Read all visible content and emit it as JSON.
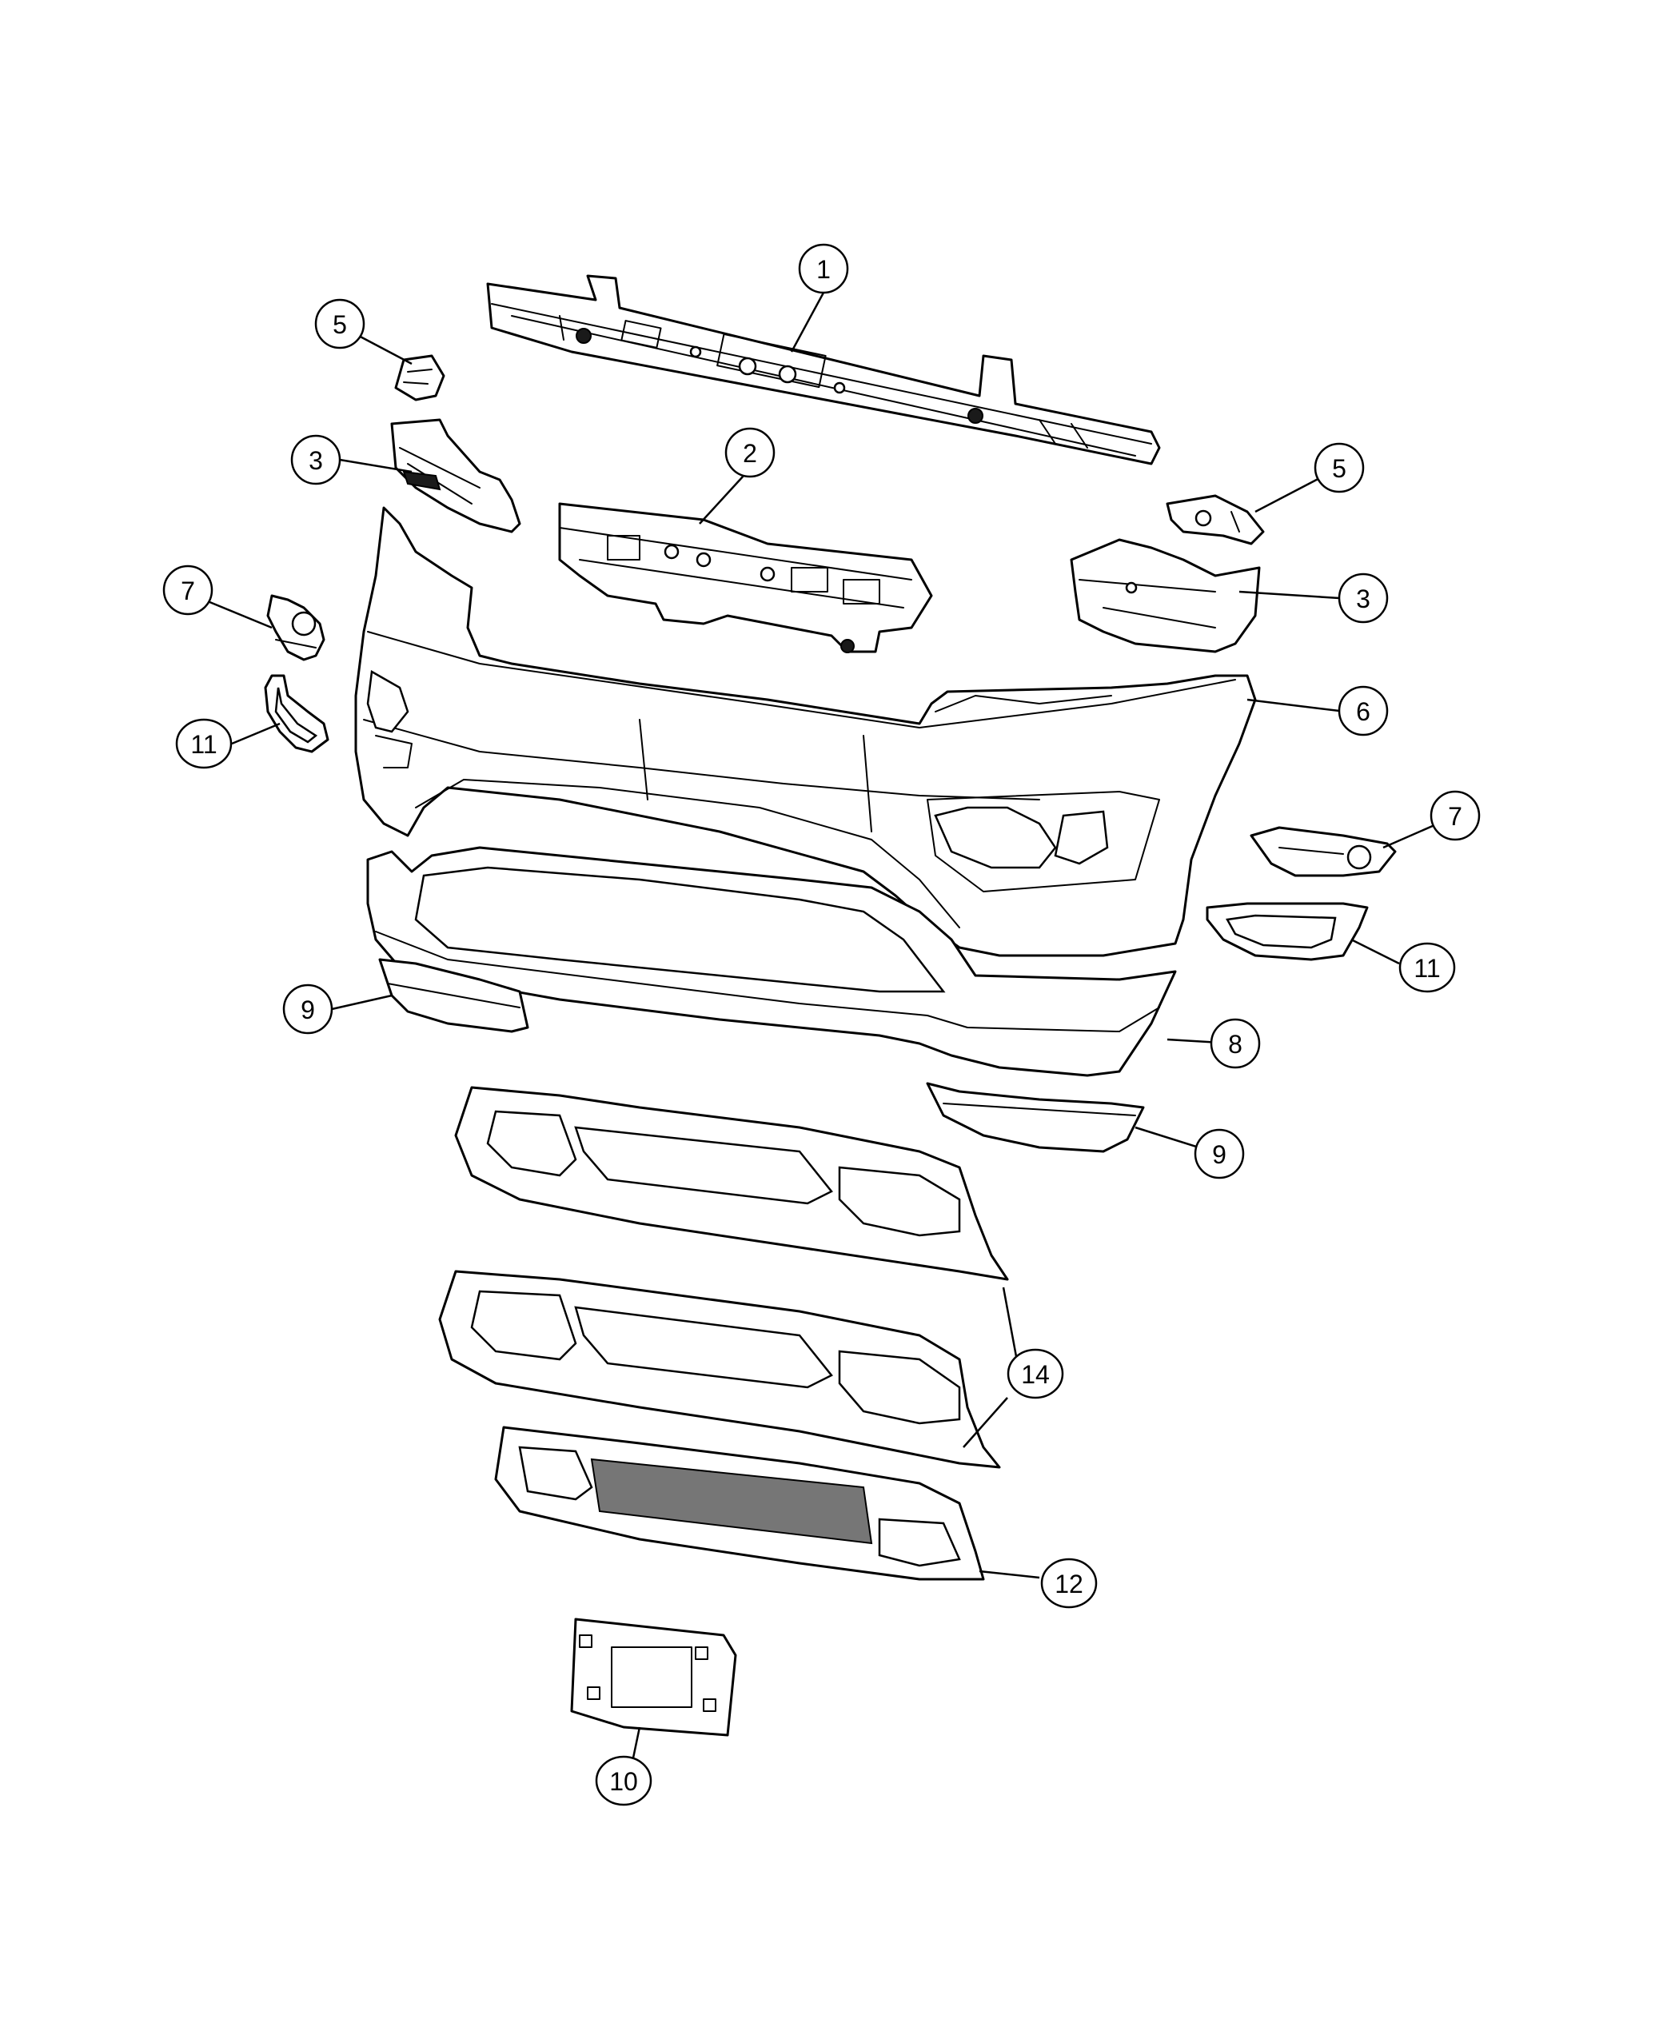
{
  "callouts": [
    {
      "id": "c1",
      "number": "1"
    },
    {
      "id": "c2",
      "number": "2"
    },
    {
      "id": "c3a",
      "number": "3"
    },
    {
      "id": "c3b",
      "number": "3"
    },
    {
      "id": "c5a",
      "number": "5"
    },
    {
      "id": "c5b",
      "number": "5"
    },
    {
      "id": "c6",
      "number": "6"
    },
    {
      "id": "c7a",
      "number": "7"
    },
    {
      "id": "c7b",
      "number": "7"
    },
    {
      "id": "c8",
      "number": "8"
    },
    {
      "id": "c9a",
      "number": "9"
    },
    {
      "id": "c9b",
      "number": "9"
    },
    {
      "id": "c10",
      "number": "10"
    },
    {
      "id": "c11a",
      "number": "11"
    },
    {
      "id": "c11b",
      "number": "11"
    },
    {
      "id": "c12",
      "number": "12"
    },
    {
      "id": "c14",
      "number": "14"
    }
  ]
}
